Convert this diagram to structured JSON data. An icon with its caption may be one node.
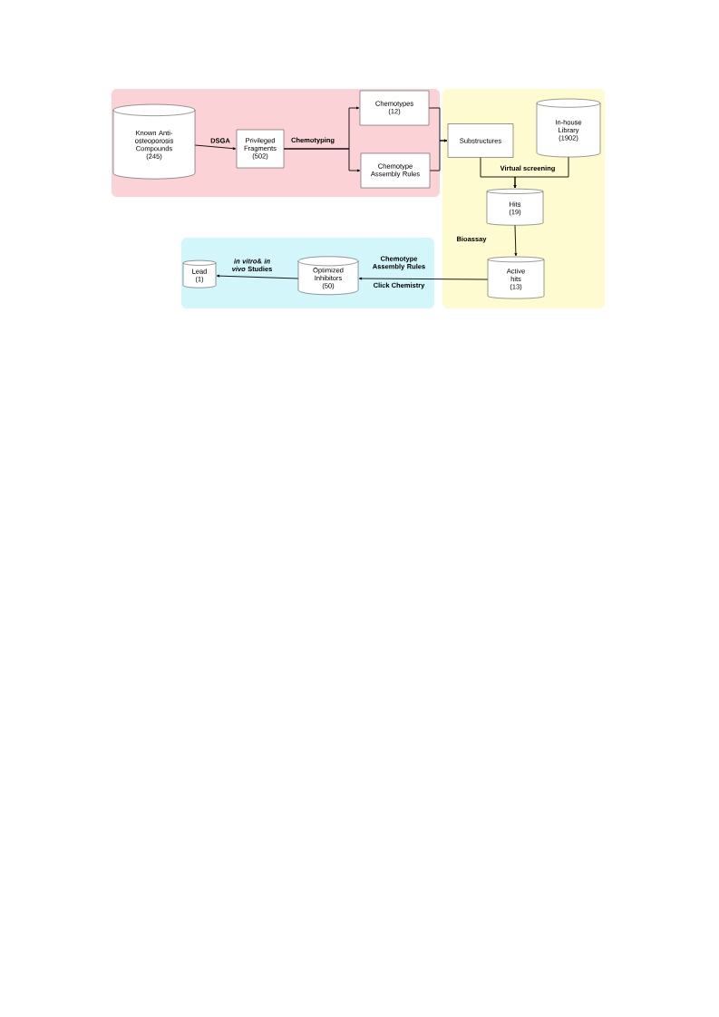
{
  "diagram": {
    "nodes": [
      {
        "text": [
          "Known Anti-osteoporosis Compounds (245)"
        ]
      },
      {
        "text": [
          "Privileged Fragments (502)"
        ]
      },
      {
        "text": [
          "Chemotypes (12)"
        ]
      },
      {
        "text": [
          "Chemotype Assembly Rules"
        ]
      },
      {
        "text": [
          "Substructures"
        ]
      },
      {
        "text": [
          "In-house Library (1902)"
        ]
      },
      {
        "text": [
          "Hits (19)"
        ]
      },
      {
        "text": [
          "Active hits (13)"
        ]
      },
      {
        "text": [
          "Optimized Inhibitors (50)"
        ]
      },
      {
        "text": [
          "Lead (1)"
        ]
      }
    ],
    "edges": [
      {
        "from": 0,
        "to": 1,
        "arrow": "to",
        "label": "DSGA"
      },
      {
        "from": 1,
        "to": 2,
        "arrow": "to",
        "label": "Chemotyping"
      },
      {
        "from": 1,
        "to": 3,
        "arrow": "to"
      },
      {
        "from": 2,
        "to": 4,
        "arrow": "to"
      },
      {
        "from": 3,
        "to": 4,
        "arrow": "to"
      },
      {
        "from": 4,
        "to": 6,
        "arrow": "to",
        "label": "Virtual screening"
      },
      {
        "from": 5,
        "to": 6,
        "arrow": "to"
      },
      {
        "from": 6,
        "to": 7,
        "arrow": "to",
        "label": "Bioassay"
      },
      {
        "from": 7,
        "to": 8,
        "arrow": "to",
        "label": "Chemotype Assembly Rules"
      },
      {
        "from": 8,
        "to": 9,
        "arrow": "to",
        "label": "*in vitro*& *in vivo* Studies"
      }
    ],
    "labels": [
      "Click Chemistry"
    ]
  }
}
